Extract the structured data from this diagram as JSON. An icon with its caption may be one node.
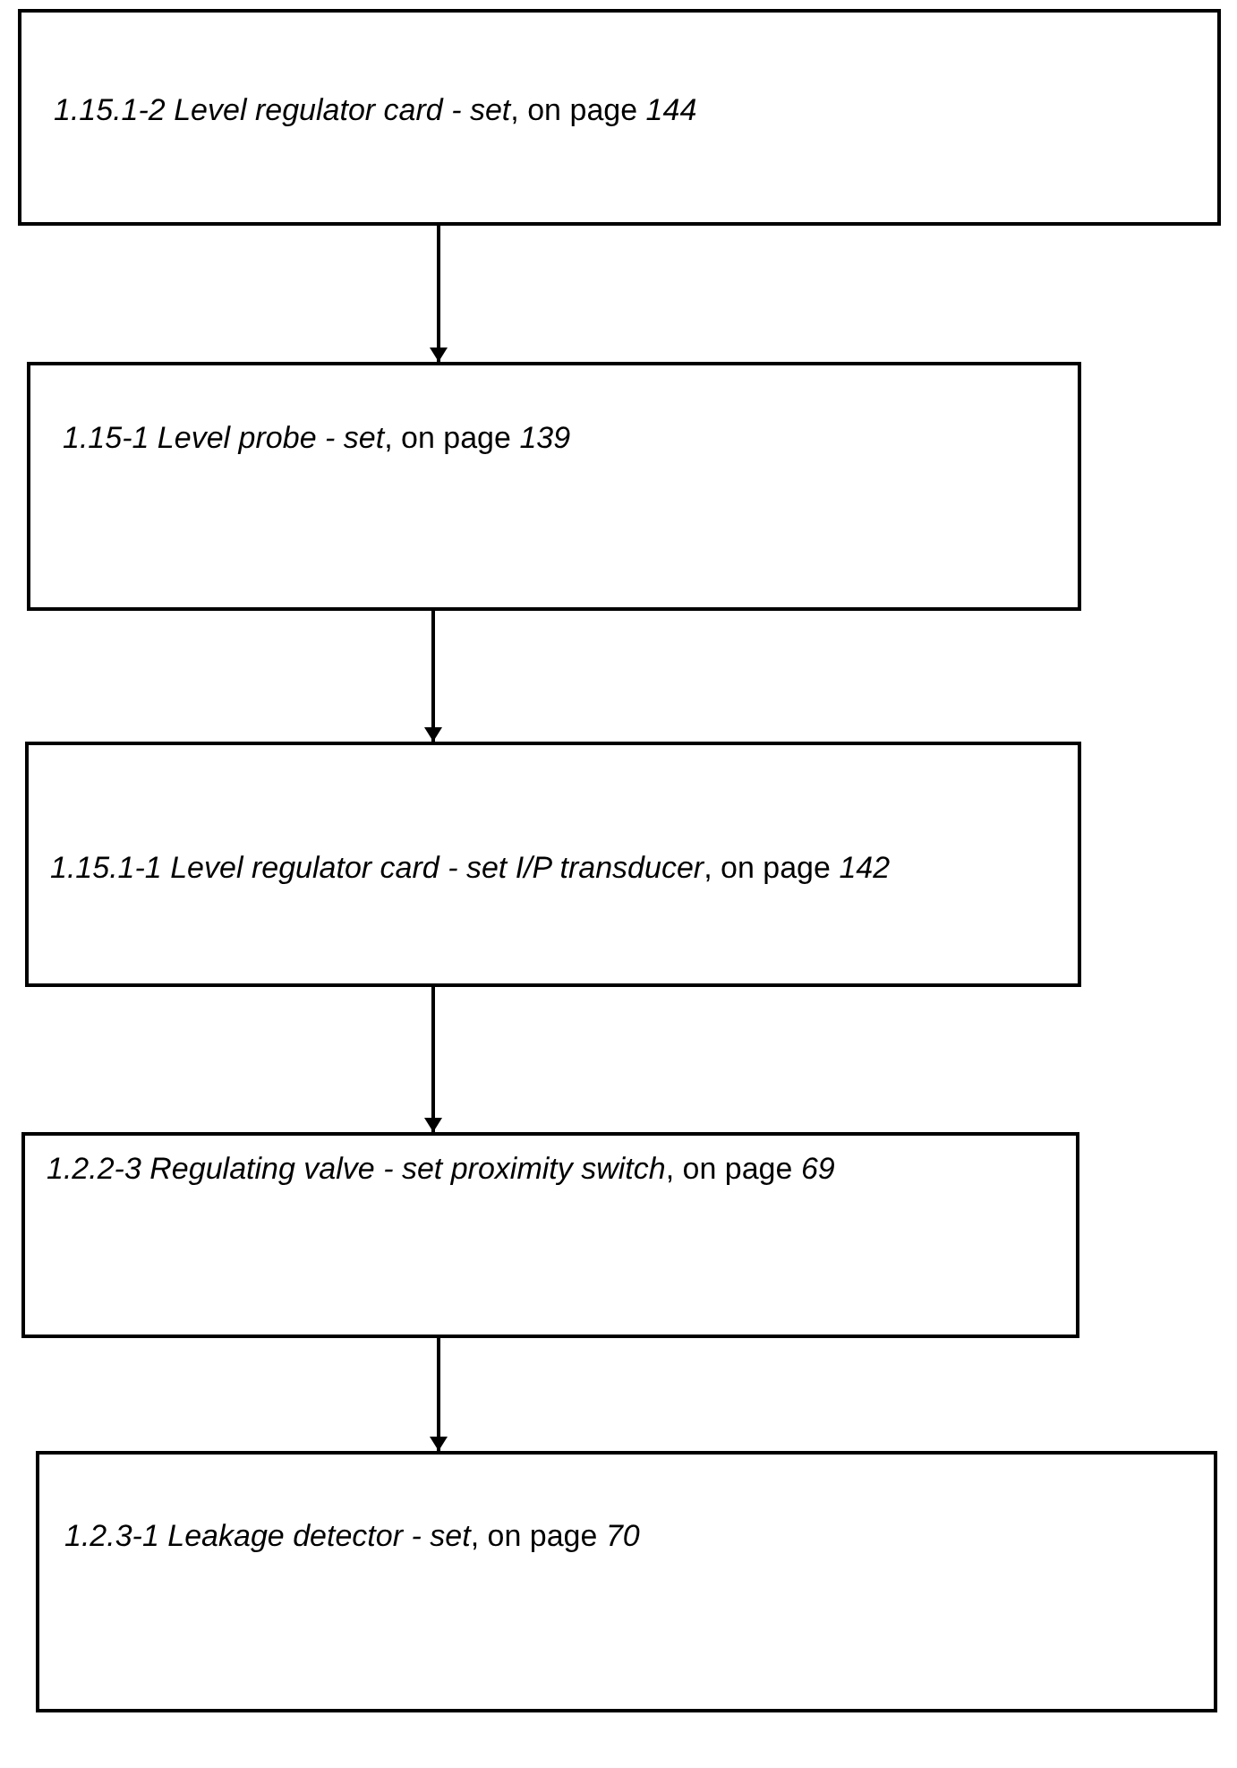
{
  "diagram": {
    "nodes": [
      {
        "text": [
          "*1.15.1-2 Level regulator card - set*, on page *144*"
        ]
      },
      {
        "text": [
          "*1.15-1 Level probe - set*, on page *139*"
        ]
      },
      {
        "text": [
          "*1.15.1-1 Level regulator card - set I/P transducer*, on page *142*"
        ]
      },
      {
        "text": [
          "*1.2.2-3 Regulating valve - set proximity switch*, on page *69*"
        ]
      },
      {
        "text": [
          "*1.2.3-1 Leakage detector - set*, on page *70*"
        ]
      }
    ],
    "edges": [
      {
        "from": 0,
        "to": 1,
        "arrow": "to"
      },
      {
        "from": 1,
        "to": 2,
        "arrow": "to"
      },
      {
        "from": 2,
        "to": 3,
        "arrow": "to"
      },
      {
        "from": 3,
        "to": 4,
        "arrow": "to"
      }
    ]
  }
}
